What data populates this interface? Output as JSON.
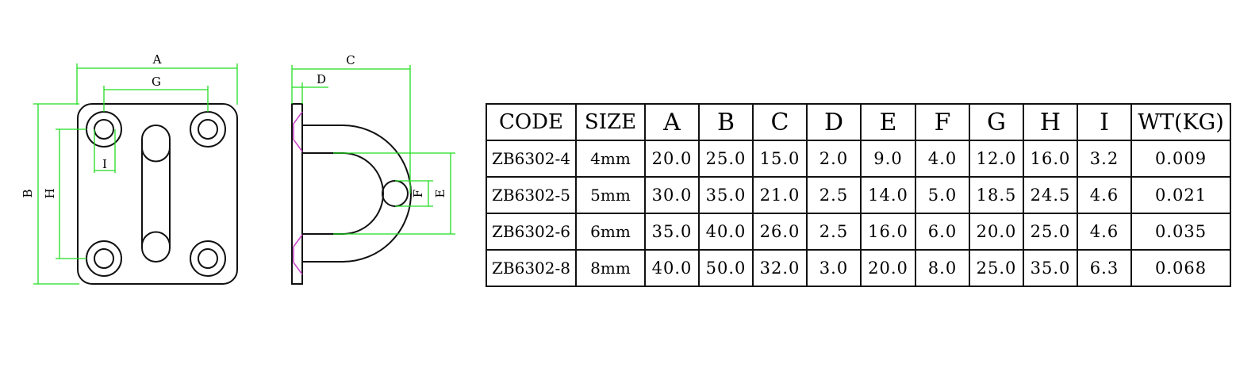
{
  "drawing": {
    "front_labels": {
      "A": "A",
      "G": "G",
      "B": "B",
      "H": "H",
      "I": "I"
    },
    "side_labels": {
      "C": "C",
      "D": "D",
      "F": "F",
      "E": "E"
    },
    "colors": {
      "outline": "#111111",
      "dimension": "#22dd22",
      "highlight": "#cc44cc"
    }
  },
  "table": {
    "headers": [
      "CODE",
      "SIZE",
      "A",
      "B",
      "C",
      "D",
      "E",
      "F",
      "G",
      "H",
      "I",
      "WT(KG)"
    ],
    "rows": [
      [
        "ZB6302-4",
        "4mm",
        "20.0",
        "25.0",
        "15.0",
        "2.0",
        "9.0",
        "4.0",
        "12.0",
        "16.0",
        "3.2",
        "0.009"
      ],
      [
        "ZB6302-5",
        "5mm",
        "30.0",
        "35.0",
        "21.0",
        "2.5",
        "14.0",
        "5.0",
        "18.5",
        "24.5",
        "4.6",
        "0.021"
      ],
      [
        "ZB6302-6",
        "6mm",
        "35.0",
        "40.0",
        "26.0",
        "2.5",
        "16.0",
        "6.0",
        "20.0",
        "25.0",
        "4.6",
        "0.035"
      ],
      [
        "ZB6302-8",
        "8mm",
        "40.0",
        "50.0",
        "32.0",
        "3.0",
        "20.0",
        "8.0",
        "25.0",
        "35.0",
        "6.3",
        "0.068"
      ]
    ]
  }
}
